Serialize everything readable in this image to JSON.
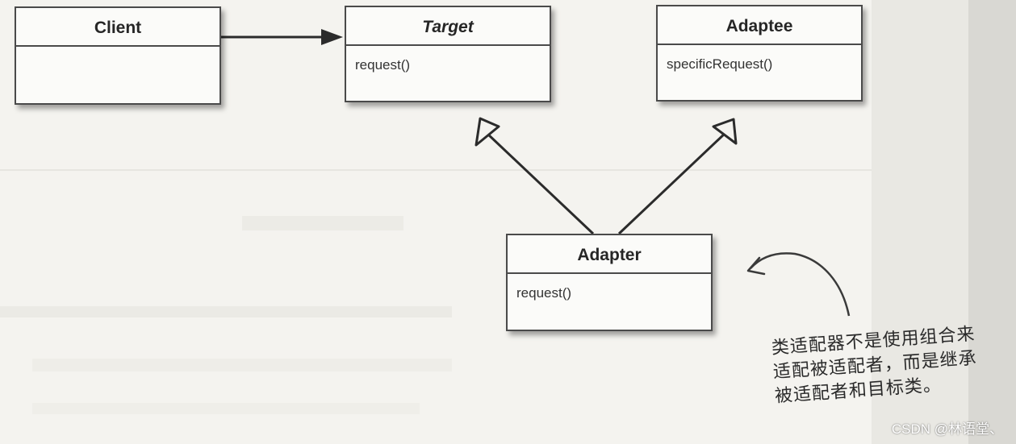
{
  "classes": {
    "client": {
      "name": "Client",
      "methods": []
    },
    "target": {
      "name": "Target",
      "methods": [
        "request()"
      ]
    },
    "adaptee": {
      "name": "Adaptee",
      "methods": [
        "specificRequest()"
      ]
    },
    "adapter": {
      "name": "Adapter",
      "methods": [
        "request()"
      ]
    }
  },
  "relations": [
    {
      "from": "Client",
      "to": "Target",
      "kind": "association"
    },
    {
      "from": "Adapter",
      "to": "Target",
      "kind": "generalization"
    },
    {
      "from": "Adapter",
      "to": "Adaptee",
      "kind": "generalization"
    }
  ],
  "note": {
    "lines": [
      "类适配器不是使用组合来",
      "适配被适配者，而是继承",
      "被适配者和目标类。"
    ]
  },
  "watermark": "CSDN @林语堂、"
}
